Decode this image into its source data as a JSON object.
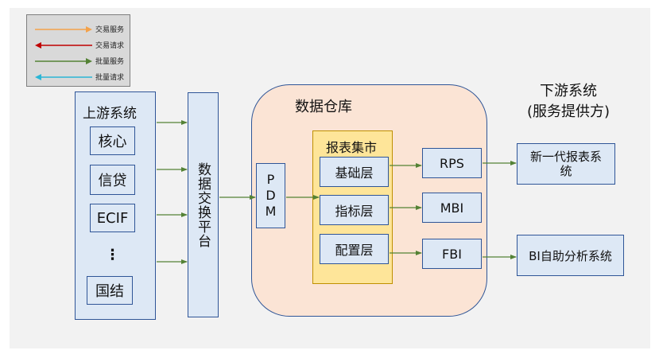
{
  "legend": {
    "items": [
      {
        "label": "交易服务",
        "color": "#f4a24a",
        "direction": "right"
      },
      {
        "label": "交易请求",
        "color": "#c00000",
        "direction": "left"
      },
      {
        "label": "批量服务",
        "color": "#548235",
        "direction": "right"
      },
      {
        "label": "批量请求",
        "color": "#2bb6d6",
        "direction": "left"
      }
    ]
  },
  "upstream": {
    "title": "上游系统",
    "items": [
      "核心",
      "信贷",
      "ECIF",
      "⋮",
      "国结"
    ]
  },
  "exchange": {
    "label": "数据交换平台"
  },
  "warehouse": {
    "title": "数据仓库",
    "pdm_letters": [
      "P",
      "D",
      "M"
    ],
    "mart": {
      "title": "报表集市",
      "layers": [
        "基础层",
        "指标层",
        "配置层"
      ]
    },
    "outputs": [
      "RPS",
      "MBI",
      "FBI"
    ]
  },
  "downstream": {
    "title_line1": "下游系统",
    "title_line2": "(服务提供方)",
    "systems": [
      "新一代报表系统",
      "BI自助分析系统"
    ]
  },
  "colors": {
    "box_fill": "#dde8f5",
    "box_border": "#2f5597",
    "warehouse_fill": "#fbe4d5",
    "mart_fill": "#fee599",
    "arrow_batch_service": "#548235"
  }
}
